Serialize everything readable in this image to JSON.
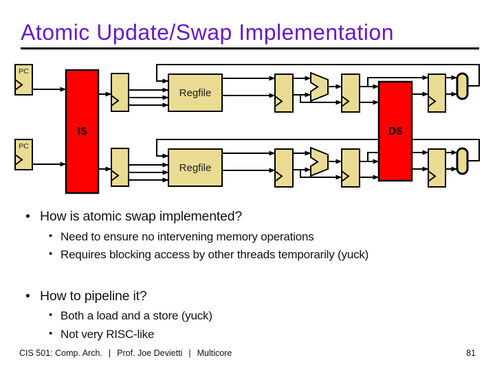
{
  "colors": {
    "title": "#6618D0",
    "block_fill": "#E9DC92",
    "cache_fill": "#FF0000",
    "line": "#000000",
    "text": "#111111"
  },
  "title": "Atomic Update/Swap Implementation",
  "diagram": {
    "labels": {
      "pc_top": "PC",
      "pc_bottom": "PC",
      "icache": "I$",
      "dcache": "D$",
      "regfile_top": "Regfile",
      "regfile_bottom": "Regfile"
    }
  },
  "bullets": [
    {
      "level": 1,
      "text": "How is atomic swap implemented?"
    },
    {
      "level": 2,
      "text": "Need to ensure no intervening memory operations"
    },
    {
      "level": 2,
      "text": "Requires blocking access by other threads temporarily (yuck)"
    },
    {
      "level": 1,
      "text": "How to pipeline it?"
    },
    {
      "level": 2,
      "text": "Both a load and a store (yuck)"
    },
    {
      "level": 2,
      "text": "Not very RISC-like"
    }
  ],
  "footer": {
    "course": "CIS 501: Comp. Arch.",
    "separator": "|",
    "professor": "Prof. Joe Devietti",
    "topic": "Multicore",
    "page": "81"
  }
}
